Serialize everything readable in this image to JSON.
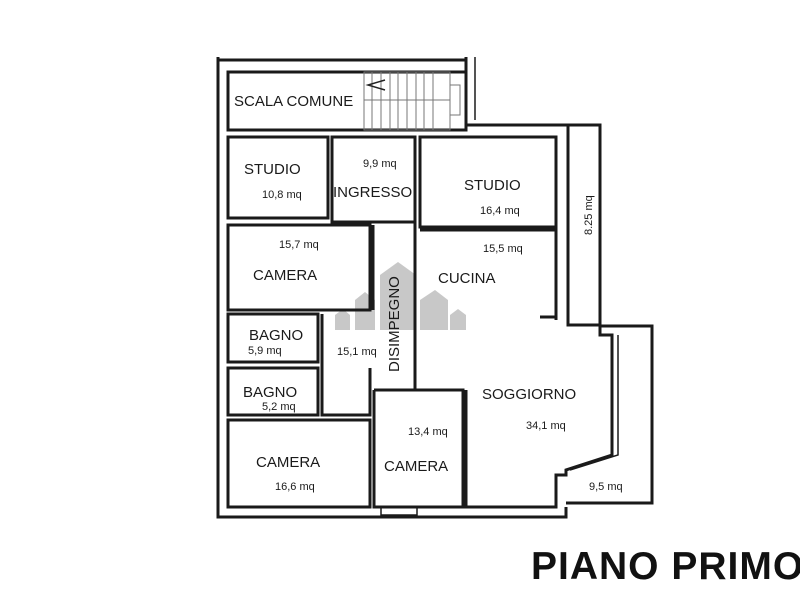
{
  "title": "PIANO PRIMO",
  "rooms": {
    "scala": {
      "label": "SCALA COMUNE"
    },
    "studio_left": {
      "label": "STUDIO",
      "area": "10,8 mq"
    },
    "ingresso": {
      "label": "INGRESSO",
      "area": "9,9 mq"
    },
    "studio_right": {
      "label": "STUDIO",
      "area": "16,4 mq"
    },
    "corridor_right": {
      "area": "8.25 mq"
    },
    "camera_top": {
      "label": "CAMERA",
      "area": "15,7 mq"
    },
    "cucina": {
      "label": "CUCINA",
      "area": "15,5 mq"
    },
    "disimpegno": {
      "label": "DISIMPEGNO",
      "area": "15,1 mq"
    },
    "bagno1": {
      "label": "BAGNO",
      "area": "5,9 mq"
    },
    "bagno2": {
      "label": "BAGNO",
      "area": "5,2 mq"
    },
    "soggiorno": {
      "label": "SOGGIORNO",
      "area": "34,1 mq"
    },
    "camera_bottom": {
      "label": "CAMERA",
      "area": "16,6 mq"
    },
    "camera_mid": {
      "label": "CAMERA",
      "area": "13,4 mq"
    },
    "balcony": {
      "area": "9,5 mq"
    }
  }
}
